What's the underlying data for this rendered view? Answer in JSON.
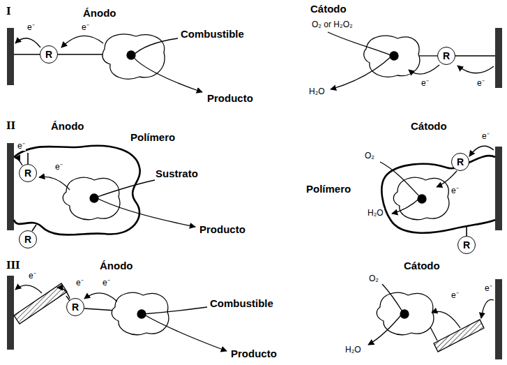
{
  "diagram": {
    "nodes": [
      {
        "text": [
          "R"
        ]
      },
      {
        "text": [
          "R"
        ]
      },
      {
        "text": [
          "R"
        ]
      },
      {
        "text": [
          "R"
        ]
      },
      {
        "text": [
          "R"
        ]
      },
      {
        "text": [
          "R"
        ]
      },
      {
        "text": [
          "R"
        ]
      }
    ],
    "labels": [
      "I",
      "Ánodo",
      "Cátodo",
      "O₂ or H₂O₂",
      "e⁻",
      "e⁻",
      "Combustible",
      "e⁻",
      "e⁻",
      "H₂O",
      "Producto",
      "II",
      "Ánodo",
      "Cátodo",
      "Polímero",
      "e⁻",
      "O₂",
      "e⁻",
      "e⁻",
      "Sustrato",
      "e⁻",
      "Polímero",
      "H₂O",
      "Producto",
      "III",
      "Ánodo",
      "Cátodo",
      "O₂",
      "e⁻",
      "e⁻",
      "e⁻",
      "e⁻",
      "e⁻",
      "Combustible",
      "H₂O",
      "Producto"
    ]
  }
}
